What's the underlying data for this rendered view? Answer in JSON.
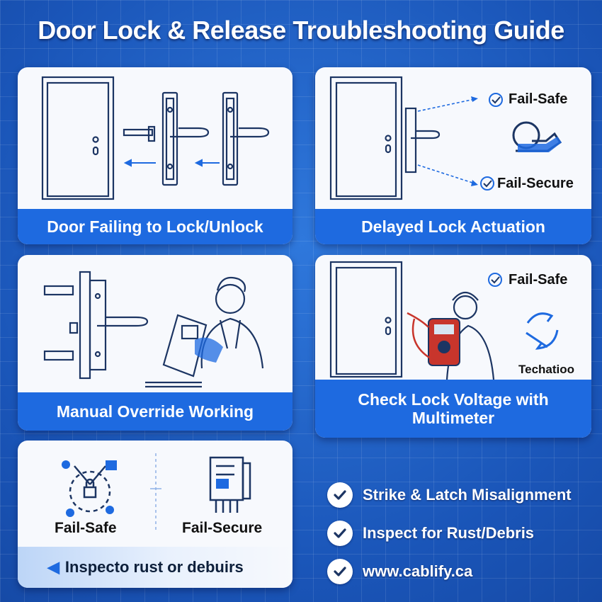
{
  "title": "Door Lock & Release Troubleshooting Guide",
  "cards": [
    {
      "caption": "Door Failing to Lock/Unlock"
    },
    {
      "caption": "Delayed Lock Actuation",
      "labels": [
        "Fail-Safe",
        "Fail-Secure"
      ]
    },
    {
      "caption": "Manual Override Working"
    },
    {
      "caption": "Check Lock Voltage with Multimeter",
      "labels": [
        "Fail-Safe",
        "Techatioo"
      ]
    }
  ],
  "legend": {
    "left_label": "Fail-Safe",
    "right_label": "Fail-Secure",
    "bar_text": "Inspecto rust or debuirs"
  },
  "checklist": [
    "Strike & Latch Misalignment",
    "Inspect for Rust/Debris",
    "www.cablify.ca"
  ],
  "colors": {
    "accent": "#1e6ae0",
    "background": "#1f5fc4",
    "card": "#f7f9fd"
  }
}
